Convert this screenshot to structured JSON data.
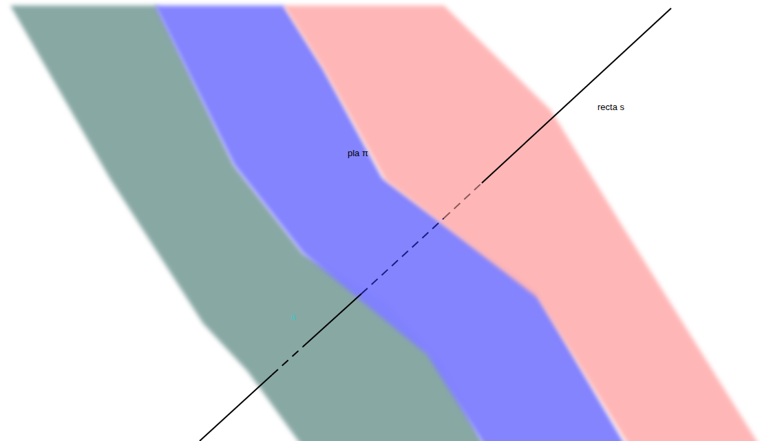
{
  "diagram": {
    "labels": [
      "pla π",
      "recta s",
      "q"
    ]
  }
}
